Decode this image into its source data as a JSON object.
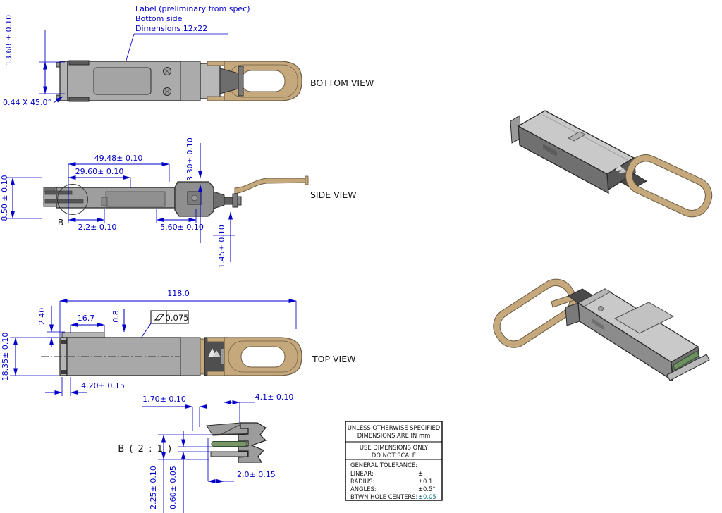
{
  "note": {
    "line1": "Label (preliminary from spec)",
    "line2": "Bottom side",
    "line3": "Dimensions 12x22"
  },
  "views": {
    "bottom": {
      "label": "BOTTOM VIEW",
      "dim_height": "13.68 ± 0.10",
      "dim_chamfer": "0.44 X 45.0°"
    },
    "side": {
      "label": "SIDE VIEW",
      "dim_4948": "49.48± 0.10",
      "dim_2960": "29.60± 0.10",
      "dim_330": "3.30± 0.10",
      "dim_850": "8.50 ± 0.10",
      "detail_ref": "B",
      "dim_22": "2.2± 0.10",
      "dim_560": "5.60± 0.10",
      "dim_145": "1.45± 0.10"
    },
    "top": {
      "label": "TOP VIEW",
      "dim_length": "118.0",
      "dim_240": "2.40",
      "dim_167": "16.7",
      "dim_08": "0.8",
      "flatness_value": "0.075",
      "dim_width": "18.35± 0.10",
      "dim_420": "4.20± 0.15"
    }
  },
  "detail_b": {
    "label": "B ( 2 : 1 )",
    "dim_170": "1.70± 0.10",
    "dim_41": "4.1± 0.10",
    "dim_20": "2.0± 0.15",
    "dim_225": "2.25± 0.10",
    "dim_060": "0.60± 0.05"
  },
  "tolerance_table": {
    "spec_line1": "UNLESS OTHERWISE SPECIFIED",
    "spec_line2": "DIMENSIONS ARE IN mm",
    "use_line1": "USE DIMENSIONS ONLY",
    "use_line2": "DO NOT SCALE",
    "general_title": "GENERAL TOLERANCE:",
    "rows": [
      {
        "label": "LINEAR:",
        "value": "±"
      },
      {
        "label": "RADIUS:",
        "value": "±0.1"
      },
      {
        "label": "ANGLES:",
        "value": "±0.5°"
      },
      {
        "label": "BTWN HOLE CENTERS:",
        "value": "±0.05"
      }
    ]
  },
  "colors": {
    "dimension_blue": "#0000C8",
    "body_gray": "#A8A8A8",
    "dark_gray": "#6F6F6F",
    "tab_tan": "#C5A87C",
    "tab_outline": "#6B5C42",
    "pcb_green": "#6F9161",
    "highlight_teal": "#0E6F74"
  }
}
